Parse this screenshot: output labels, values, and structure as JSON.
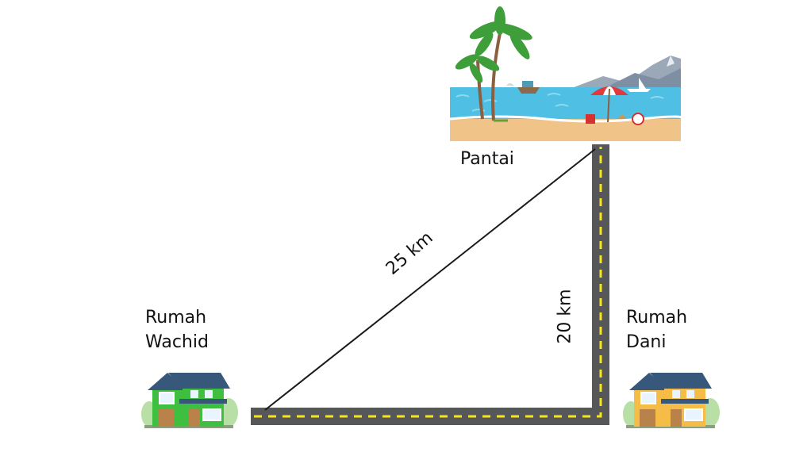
{
  "labels": {
    "pantai": "Pantai",
    "rumah_wachid_line1": "Rumah",
    "rumah_wachid_line2": "Wachid",
    "rumah_dani_line1": "Rumah",
    "rumah_dani_line2": "Dani",
    "dist_hypotenuse": "25 km",
    "dist_vertical": "20 km"
  },
  "icons": {
    "beach": "beach-scene-icon",
    "house_wachid": "green-house-icon",
    "house_dani": "yellow-house-icon"
  },
  "colors": {
    "road": "#555759",
    "road_marking": "#f6e51c",
    "line": "#1a1a1a",
    "house_wachid": "#3fbf3f",
    "house_dani": "#f5bd47",
    "roof": "#37587a",
    "sea": "#4fc0e3",
    "sand": "#f0c389"
  }
}
